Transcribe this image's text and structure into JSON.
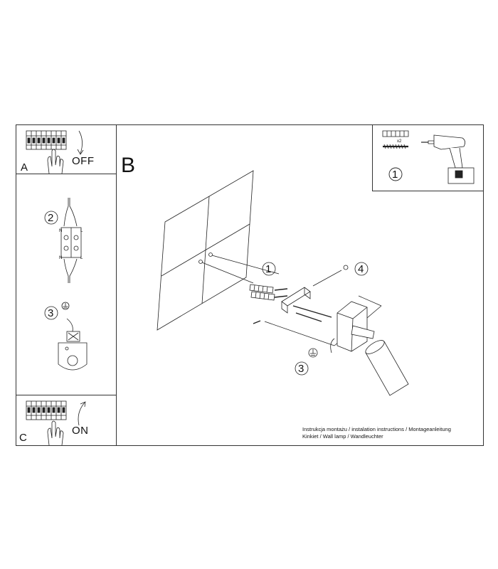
{
  "panels": {
    "a": {
      "letter": "A",
      "word": "OFF"
    },
    "b": {
      "letter": "B"
    },
    "c": {
      "letter": "C",
      "word": "ON"
    }
  },
  "steps": {
    "tools_step": "1",
    "wiring_step": "2",
    "ground_step": "3",
    "anchor_step": "1",
    "screw_step": "4",
    "lamp_ground_step": "3"
  },
  "labels": {
    "quantity": "x2",
    "wire_n_top": "N",
    "wire_l_top": "L",
    "wire_n_bottom": "N",
    "wire_l_bottom": "L"
  },
  "caption": {
    "line1": "Instrukcja montażu / instalation instructions / Montageanleitung",
    "line2": "Kinkiet / Wall lamp / Wandleuchter"
  }
}
